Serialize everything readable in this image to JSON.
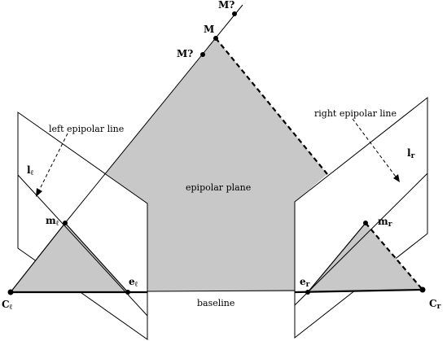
{
  "diagram": {
    "colors": {
      "plane_fill": "#c8c8c8",
      "line": "#000000",
      "background": "#ffffff"
    },
    "labels": {
      "m_question_top": "M?",
      "m_main": "M",
      "m_question_mid": "M?",
      "left_epipolar_line": "left epipolar line",
      "right_epipolar_line": "right epipolar line",
      "epipolar_plane": "epipolar plane",
      "baseline": "baseline",
      "l_left_base": "l",
      "l_left_sub": "ℓ",
      "m_left_base": "m",
      "m_left_sub": "ℓ",
      "e_left_base": "e",
      "e_left_sub": "ℓ",
      "c_left_base": "C",
      "c_left_sub": "ℓ",
      "l_right_base": "l",
      "l_right_sub": "r",
      "m_right_base": "m",
      "m_right_sub": "r",
      "e_right_base": "e",
      "e_right_sub": "r",
      "c_right_base": "C",
      "c_right_sub": "r"
    }
  }
}
